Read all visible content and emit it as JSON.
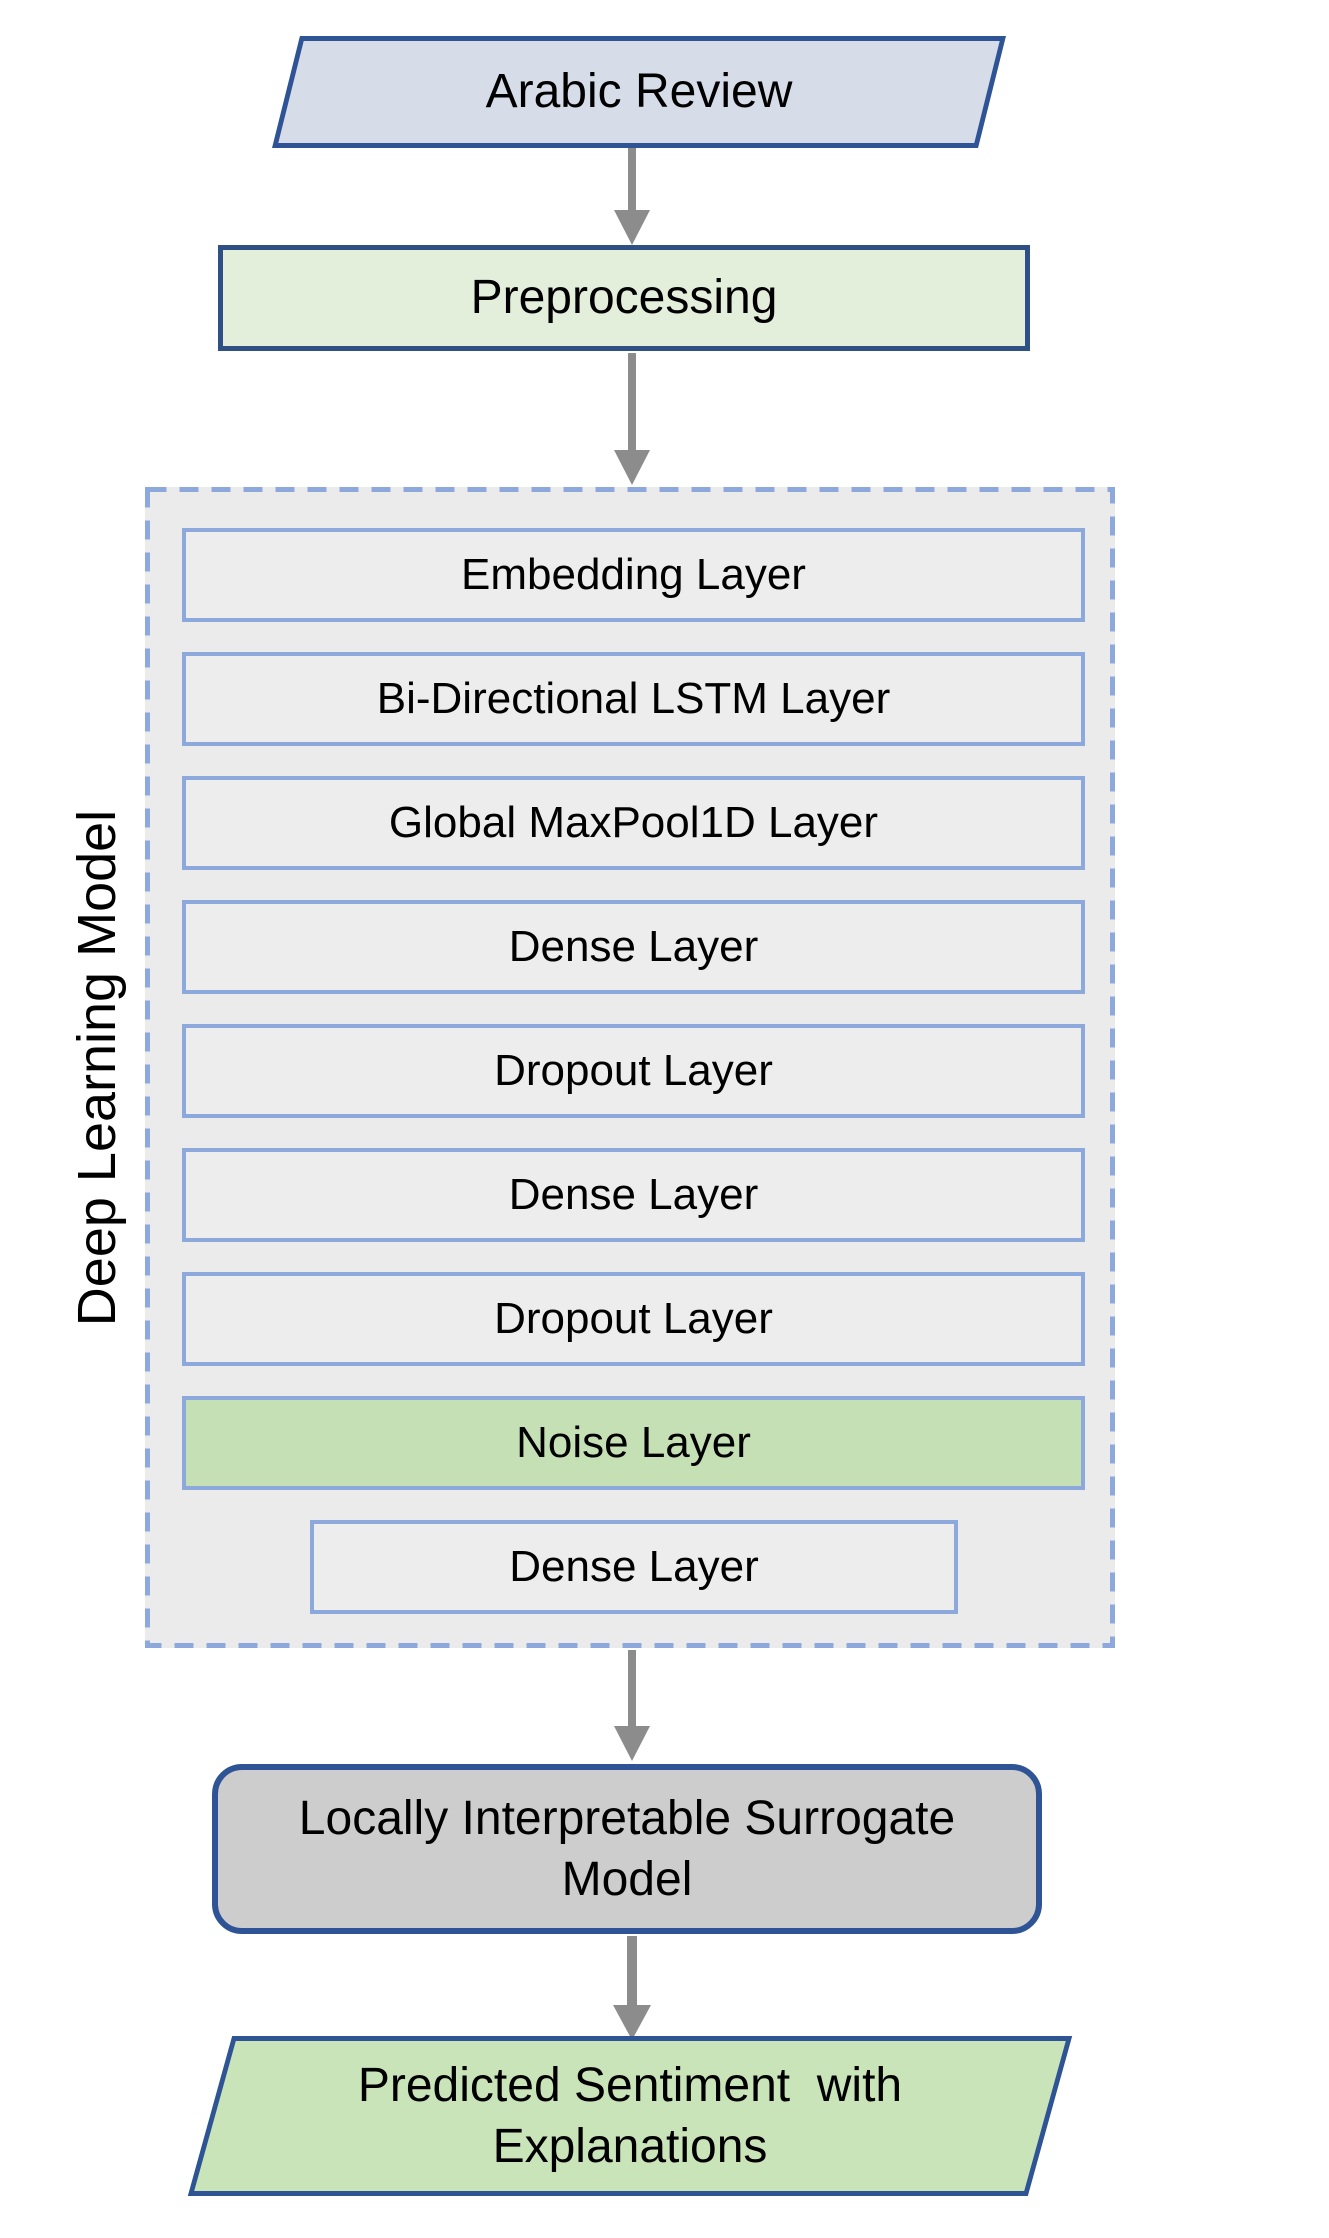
{
  "flow": {
    "input_node": {
      "label": "Arabic Review",
      "shape": "parallelogram",
      "fill": "#d6dce8"
    },
    "preprocessing_node": {
      "label": "Preprocessing",
      "shape": "rectangle",
      "fill": "#e3eedb"
    },
    "deep_learning_model": {
      "group_label": "Deep Learning Model",
      "container_fill": "#ebebeb",
      "container_border": "#8da9db",
      "layers": [
        {
          "label": "Embedding Layer",
          "highlight": false
        },
        {
          "label": "Bi-Directional LSTM Layer",
          "highlight": false
        },
        {
          "label": "Global MaxPool1D Layer",
          "highlight": false
        },
        {
          "label": "Dense Layer",
          "highlight": false
        },
        {
          "label": "Dropout Layer",
          "highlight": false
        },
        {
          "label": "Dense Layer",
          "highlight": false
        },
        {
          "label": "Dropout Layer",
          "highlight": false
        },
        {
          "label": "Noise Layer",
          "highlight": true,
          "fill": "#c5e0b4"
        },
        {
          "label": "Dense Layer",
          "highlight": false,
          "narrow": true
        }
      ]
    },
    "surrogate_node": {
      "label": "Locally Interpretable Surrogate\nModel",
      "shape": "rounded-rectangle",
      "fill": "#cdcdcd"
    },
    "output_node": {
      "label": "Predicted Sentiment  with\nExplanations",
      "shape": "parallelogram",
      "fill": "#c9e4b8"
    }
  },
  "colors": {
    "node_border_blue": "#2e5496",
    "layer_border_blue": "#8da9db",
    "arrow_gray": "#8c8c8c",
    "highlight_green": "#c5e0b4",
    "input_fill": "#d6dce8",
    "preprocessing_fill": "#e3eedb",
    "surrogate_fill": "#cdcdcd",
    "output_fill": "#c9e4b8",
    "background": "#ffffff"
  }
}
